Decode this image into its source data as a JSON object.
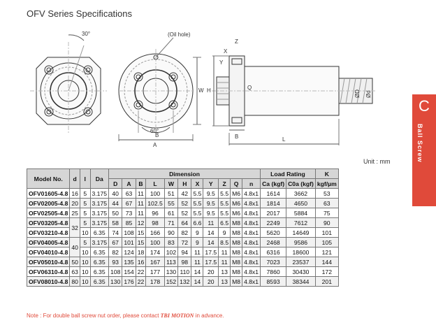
{
  "page": {
    "title": "OFV Series Specifications",
    "unit": "Unit : mm",
    "note_prefix": "Note : For double ball screw nut order, please contact ",
    "note_brand": "TBI MOTION",
    "note_suffix": " in advance."
  },
  "side_tab": {
    "letter": "C",
    "text": "Ball Screw"
  },
  "drawing": {
    "labels": {
      "angle_30": "30°",
      "oil_hole": "(Oil hole)",
      "angle_60": "60°",
      "b": "B",
      "a": "A",
      "w": "W",
      "x": "X",
      "y": "Y",
      "z": "Z",
      "q": "Q",
      "h": "H",
      "d_dim": "Ød",
      "da_dim": "ØD",
      "l": "L"
    }
  },
  "table": {
    "headers": {
      "model": "Model No.",
      "d": "d",
      "i": "I",
      "da": "Da",
      "dimension": "Dimension",
      "load_rating": "Load Rating",
      "k": "K",
      "dim_cols": [
        "D",
        "A",
        "B",
        "L",
        "W",
        "H",
        "X",
        "Y",
        "Z",
        "Q",
        "n"
      ],
      "ca": "Ca (kgf)",
      "c0a": "C0a (kgf)",
      "k_unit": "kgf/µm"
    },
    "rows": [
      {
        "model": "OFV01605-4.8",
        "d": "16",
        "i": "5",
        "da": "3.175",
        "dims": [
          "40",
          "63",
          "11",
          "100",
          "51",
          "42",
          "5.5",
          "9.5",
          "5.5",
          "M6",
          "4.8x1"
        ],
        "ca": "1614",
        "c0a": "3662",
        "k": "53"
      },
      {
        "model": "OFV02005-4.8",
        "d": "20",
        "i": "5",
        "da": "3.175",
        "dims": [
          "44",
          "67",
          "11",
          "102.5",
          "55",
          "52",
          "5.5",
          "9.5",
          "5.5",
          "M6",
          "4.8x1"
        ],
        "ca": "1814",
        "c0a": "4650",
        "k": "63"
      },
      {
        "model": "OFV02505-4.8",
        "d": "25",
        "i": "5",
        "da": "3.175",
        "dims": [
          "50",
          "73",
          "11",
          "96",
          "61",
          "52",
          "5.5",
          "9.5",
          "5.5",
          "M6",
          "4.8x1"
        ],
        "ca": "2017",
        "c0a": "5884",
        "k": "75"
      },
      {
        "model": "OFV03205-4.8",
        "d": "32",
        "i": "5",
        "da": "3.175",
        "dims": [
          "58",
          "85",
          "12",
          "98",
          "71",
          "64",
          "6.6",
          "11",
          "6.5",
          "M8",
          "4.8x1"
        ],
        "ca": "2249",
        "c0a": "7612",
        "k": "90"
      },
      {
        "model": "OFV03210-4.8",
        "d": "",
        "i": "10",
        "da": "6.35",
        "dims": [
          "74",
          "108",
          "15",
          "166",
          "90",
          "82",
          "9",
          "14",
          "9",
          "M8",
          "4.8x1"
        ],
        "ca": "5620",
        "c0a": "14649",
        "k": "101"
      },
      {
        "model": "OFV04005-4.8",
        "d": "40",
        "i": "5",
        "da": "3.175",
        "dims": [
          "67",
          "101",
          "15",
          "100",
          "83",
          "72",
          "9",
          "14",
          "8.5",
          "M8",
          "4.8x1"
        ],
        "ca": "2468",
        "c0a": "9586",
        "k": "105"
      },
      {
        "model": "OFV04010-4.8",
        "d": "",
        "i": "10",
        "da": "6.35",
        "dims": [
          "82",
          "124",
          "18",
          "174",
          "102",
          "94",
          "11",
          "17.5",
          "11",
          "M8",
          "4.8x1"
        ],
        "ca": "6316",
        "c0a": "18600",
        "k": "121"
      },
      {
        "model": "OFV05010-4.8",
        "d": "50",
        "i": "10",
        "da": "6.35",
        "dims": [
          "93",
          "135",
          "16",
          "167",
          "113",
          "98",
          "11",
          "17.5",
          "11",
          "M8",
          "4.8x1"
        ],
        "ca": "7023",
        "c0a": "23537",
        "k": "144"
      },
      {
        "model": "OFV06310-4.8",
        "d": "63",
        "i": "10",
        "da": "6.35",
        "dims": [
          "108",
          "154",
          "22",
          "177",
          "130",
          "110",
          "14",
          "20",
          "13",
          "M8",
          "4.8x1"
        ],
        "ca": "7860",
        "c0a": "30430",
        "k": "172"
      },
      {
        "model": "OFV08010-4.8",
        "d": "80",
        "i": "10",
        "da": "6.35",
        "dims": [
          "130",
          "176",
          "22",
          "178",
          "152",
          "132",
          "14",
          "20",
          "13",
          "M8",
          "4.8x1"
        ],
        "ca": "8593",
        "c0a": "38344",
        "k": "201"
      }
    ]
  }
}
